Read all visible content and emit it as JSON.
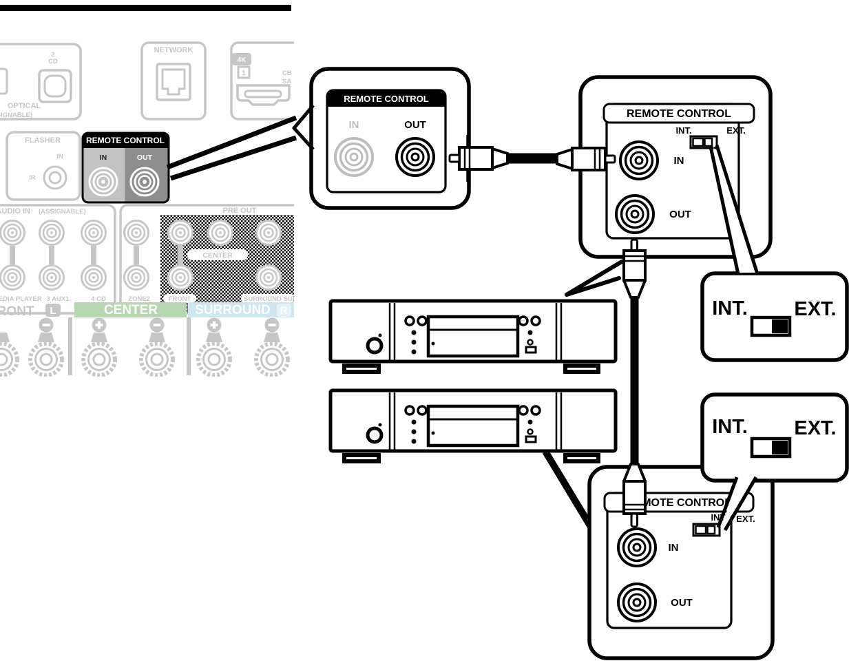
{
  "colors": {
    "ink": "#000000",
    "panel_gray": "#c6c6c6",
    "remote_in_bg": "#c2c2c2",
    "remote_out_bg": "#8e8e8e",
    "faded_jack": "#bdbdbd",
    "center_band": "#b9d6b2",
    "surround_band": "#cfe6f0"
  },
  "receiver_panel": {
    "optical": {
      "num": "2",
      "cd": "CD",
      "title": "OPTICAL",
      "assignable": "(ASSIGNABLE)"
    },
    "network": {
      "title": "NETWORK"
    },
    "hdmi": {
      "tag": "4K",
      "port": "1",
      "line1": "CB",
      "line2": "SA"
    },
    "flasher": {
      "title": "FLASHER",
      "in_label": "IN",
      "ir_label": "IR"
    },
    "remote": {
      "title": "REMOTE CONTROL",
      "in_label": "IN",
      "out_label": "OUT"
    },
    "audio_in": {
      "title": "AUDIO IN",
      "assignable": "(ASSIGNABLE)",
      "jack_labels": [
        "MEDIA PLAYER",
        "3 AUX1",
        "4 CD"
      ]
    },
    "pre_out": {
      "title": "PRE OUT",
      "zone2": "ZONE2",
      "center": "CENTER",
      "front": "FRONT",
      "surround": "SURROUND SUR"
    },
    "speakers": {
      "front": "FRONT",
      "front_ch": "L",
      "center": "CENTER",
      "surround": "SURROUND",
      "surround_ch": "R"
    }
  },
  "avr_callout": {
    "title": "REMOTE CONTROL",
    "in_label": "IN",
    "out_label": "OUT"
  },
  "unit1": {
    "title": "REMOTE CONTROL",
    "int_label": "INT.",
    "ext_label": "EXT.",
    "in_label": "IN",
    "out_label": "OUT"
  },
  "unit2": {
    "title": "REMOTE CONTROL",
    "int_label": "INT.",
    "ext_label": "EXT.",
    "in_label": "IN",
    "out_label": "OUT"
  },
  "switch_callouts": [
    {
      "int_label": "INT.",
      "ext_label": "EXT.",
      "position": "EXT"
    },
    {
      "int_label": "INT.",
      "ext_label": "EXT.",
      "position": "EXT"
    }
  ]
}
